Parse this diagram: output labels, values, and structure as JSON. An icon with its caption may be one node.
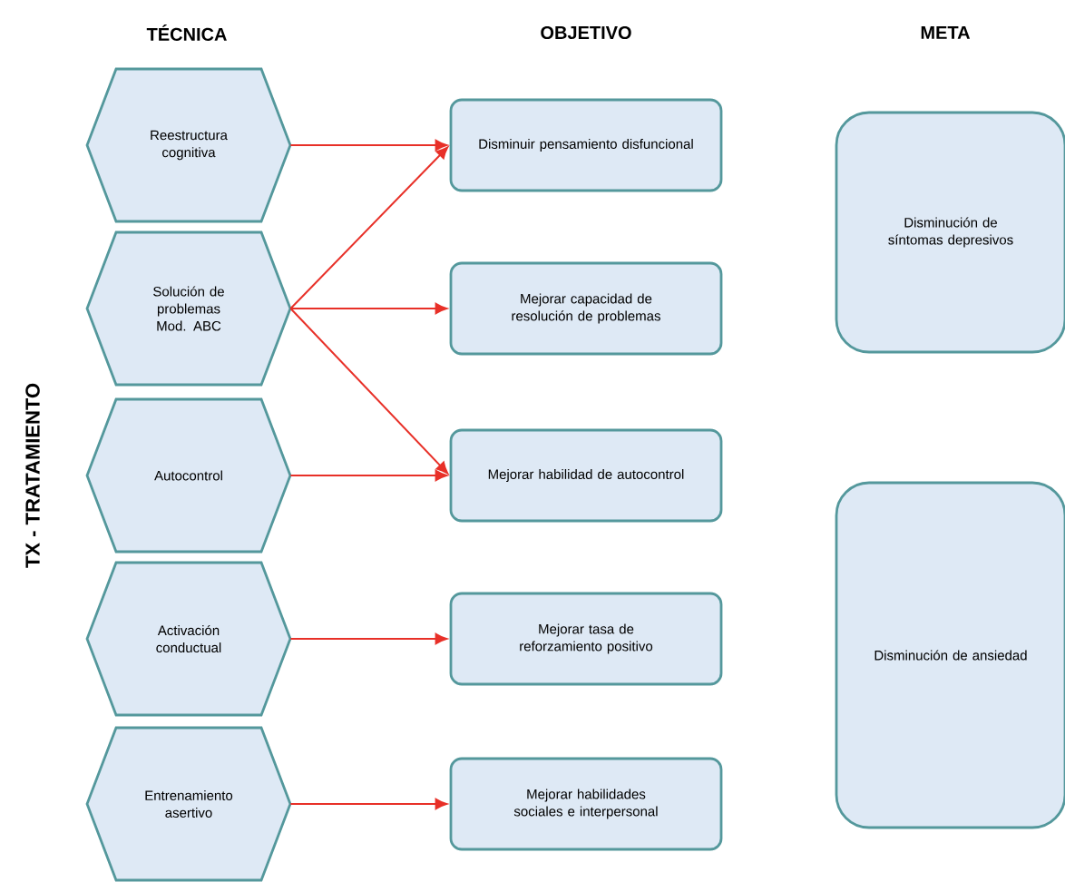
{
  "diagram": {
    "nodes": [
      {
        "text": [
          "Reestructura cognitiva"
        ]
      },
      {
        "text": [
          "Solución de problemas Mod. ABC"
        ]
      },
      {
        "text": [
          "Autocontrol"
        ]
      },
      {
        "text": [
          "Activación conductual"
        ]
      },
      {
        "text": [
          "Entrenamiento asertivo"
        ]
      },
      {
        "text": [
          "Disminuir pensamiento disfuncional"
        ]
      },
      {
        "text": [
          "Mejorar capacidad de resolución de problemas"
        ]
      },
      {
        "text": [
          "Mejorar habilidad de autocontrol"
        ]
      },
      {
        "text": [
          "Mejorar tasa de reforzamiento positivo"
        ]
      },
      {
        "text": [
          "Mejorar habilidades sociales e interpersonal"
        ]
      },
      {
        "text": [
          "Disminución de síntomas depresivos"
        ]
      },
      {
        "text": [
          "Disminución de ansiedad"
        ]
      }
    ],
    "edges": [
      {
        "from": 0,
        "to": 5,
        "arrow": "to"
      },
      {
        "from": 1,
        "to": 5,
        "arrow": "to"
      },
      {
        "from": 1,
        "to": 6,
        "arrow": "to"
      },
      {
        "from": 1,
        "to": 7,
        "arrow": "to"
      },
      {
        "from": 2,
        "to": 7,
        "arrow": "to"
      },
      {
        "from": 3,
        "to": 8,
        "arrow": "to"
      },
      {
        "from": 4,
        "to": 9,
        "arrow": "to"
      }
    ],
    "labels": [
      "TÉCNICA",
      "OBJETIVO",
      "META",
      "TX - TRATAMIENTO"
    ]
  }
}
